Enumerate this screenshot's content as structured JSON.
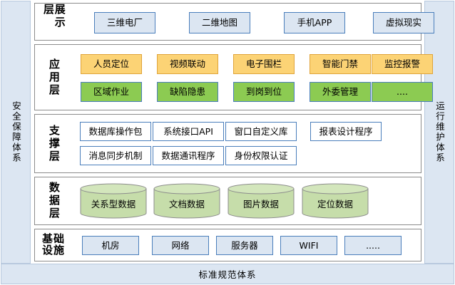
{
  "bands": {
    "left": {
      "label": "安全保障体系"
    },
    "right": {
      "label": "运行维护体系"
    },
    "bottom": {
      "label": "标准规范体系"
    }
  },
  "layers": [
    {
      "id": "presentation",
      "label": "展示层",
      "rows": [
        {
          "style": "blue",
          "nodes": [
            {
              "label": "三维电厂"
            },
            {
              "label": "二维地图"
            },
            {
              "label": "手机APP"
            },
            {
              "label": "虚拟现实"
            }
          ]
        }
      ]
    },
    {
      "id": "application",
      "label": "应用层",
      "rows": [
        {
          "style": "amber",
          "nodes": [
            {
              "label": "人员定位"
            },
            {
              "label": "视频联动"
            },
            {
              "label": "电子围栏"
            },
            {
              "label": "智能门禁"
            },
            {
              "label": "监控报警"
            }
          ]
        },
        {
          "style": "green",
          "nodes": [
            {
              "label": "区域作业"
            },
            {
              "label": "缺陷隐患"
            },
            {
              "label": "到岗到位"
            },
            {
              "label": "外委管理"
            },
            {
              "label": "...."
            }
          ]
        }
      ]
    },
    {
      "id": "support",
      "label": "支撑层",
      "rows": [
        {
          "style": "white",
          "nodes": [
            {
              "label": "数据库操作包"
            },
            {
              "label": "系统接口API"
            },
            {
              "label": "窗口自定义库"
            },
            {
              "label": "报表设计程序"
            }
          ]
        },
        {
          "style": "white",
          "nodes": [
            {
              "label": "消息同步机制"
            },
            {
              "label": "数据通讯程序"
            },
            {
              "label": "身份权限认证"
            }
          ]
        }
      ]
    },
    {
      "id": "data",
      "label": "数据层",
      "rows": [
        {
          "style": "cylinder",
          "nodes": [
            {
              "label": "关系型数据"
            },
            {
              "label": "文档数据"
            },
            {
              "label": "图片数据"
            },
            {
              "label": "定位数据"
            }
          ]
        }
      ]
    },
    {
      "id": "infrastructure",
      "label": "基础\n设施",
      "rows": [
        {
          "style": "blue",
          "nodes": [
            {
              "label": "机房"
            },
            {
              "label": "网络"
            },
            {
              "label": "服务器"
            },
            {
              "label": "WIFI"
            },
            {
              "label": "....."
            }
          ]
        }
      ]
    }
  ],
  "colors": {
    "band_fill": "#dce6f2",
    "band_border": "#b8c9de",
    "layer_border": "#8c8c8c",
    "node_blue_fill": "#dce6f2",
    "node_blue_border": "#4a7ebb",
    "node_white_fill": "#ffffff",
    "node_amber_fill": "#fcd375",
    "node_amber_border": "#e0a43a",
    "node_green_fill": "#8ccb52",
    "cylinder_fill": "#c6ddaa",
    "cylinder_border": "#8c8c8c"
  }
}
